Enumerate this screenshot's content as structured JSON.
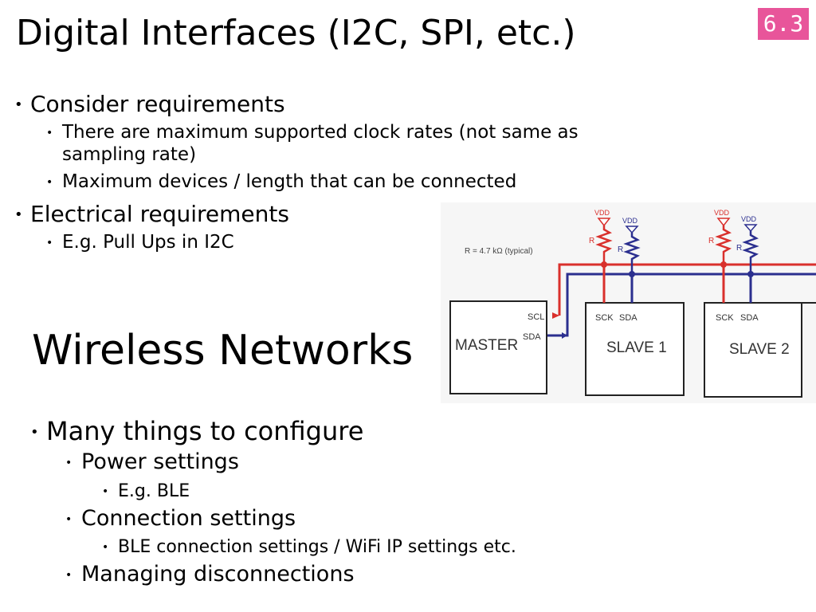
{
  "slide": {
    "title": "Digital Interfaces (I2C, SPI, etc.)",
    "badge": "6.3",
    "badge_color": "#e8559a"
  },
  "digital": {
    "bullets": [
      {
        "text": "Consider requirements",
        "sub": [
          "There are maximum supported clock rates (not same as",
          "sampling rate)",
          "Maximum devices / length that can be connected"
        ]
      },
      {
        "text": "Electrical requirements",
        "sub": [
          "E.g. Pull Ups in I2C"
        ]
      }
    ]
  },
  "wireless": {
    "heading": "Wireless Networks",
    "l1": "Many things to configure",
    "power": "Power settings",
    "power_sub": "E.g. BLE",
    "connection": "Connection settings",
    "connection_sub": "BLE connection settings / WiFi IP settings etc.",
    "disconnect": "Managing disconnections"
  },
  "diagram": {
    "resistor_note": "R = 4.7 kΩ (typical)",
    "vdd": "VDD",
    "r": "R",
    "master": "MASTER",
    "scl": "SCL",
    "sda": "SDA",
    "sck": "SCK",
    "slave1": "SLAVE 1",
    "slave2": "SLAVE 2",
    "scl_color": "#d9302c",
    "sda_color": "#2b2f8f"
  }
}
